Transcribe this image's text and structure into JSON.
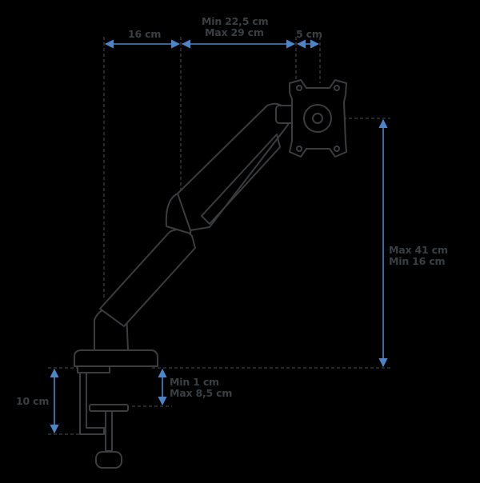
{
  "dimensions": {
    "top_left_width": "16 cm",
    "top_middle_min": "Min 22,5 cm",
    "top_middle_max": "Max 29 cm",
    "vesa_offset": "5 cm",
    "height_max": "Max 41 cm",
    "height_min": "Min 16 cm",
    "clamp_depth": "10 cm",
    "desk_thickness_min": "Min 1 cm",
    "desk_thickness_max": "Max 8,5 cm"
  },
  "colors": {
    "background": "#000000",
    "dimension_line": "#4a86c8",
    "dash_line": "#4a4e52",
    "arm_outline": "#3a3c3f",
    "label_text": "#3a3f44"
  }
}
